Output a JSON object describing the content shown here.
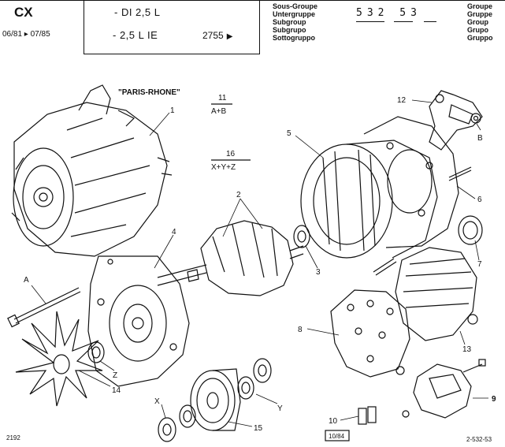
{
  "header": {
    "model": "CX",
    "dates": "06/81 ▸ 07/85",
    "engine_line1": "- DI 2,5 L",
    "engine_line2": "- 2,5 L IE",
    "code": "2755",
    "code_arrow": "▶",
    "subgroup_labels": [
      "Sous-Groupe",
      "Untergruppe",
      "Subgroup",
      "Subgrupo",
      "Sottogruppo"
    ],
    "group_labels": [
      "Groupe",
      "Gruppe",
      "Group",
      "Grupo",
      "Gruppo"
    ],
    "subgroup_number": "532 53"
  },
  "diagram": {
    "brand_label": "\"PARIS-RHONE\"",
    "kit_11": {
      "num": "11",
      "formula": "A+B"
    },
    "kit_16": {
      "num": "16",
      "formula": "X+Y+Z"
    },
    "callouts": [
      "1",
      "2",
      "3",
      "4",
      "5",
      "6",
      "7",
      "8",
      "9",
      "10",
      "12",
      "13",
      "14",
      "15",
      "A",
      "B",
      "X",
      "Y",
      "Z"
    ]
  },
  "footer": {
    "left": "2192",
    "middle": "10/84",
    "right": "2-532-53"
  }
}
